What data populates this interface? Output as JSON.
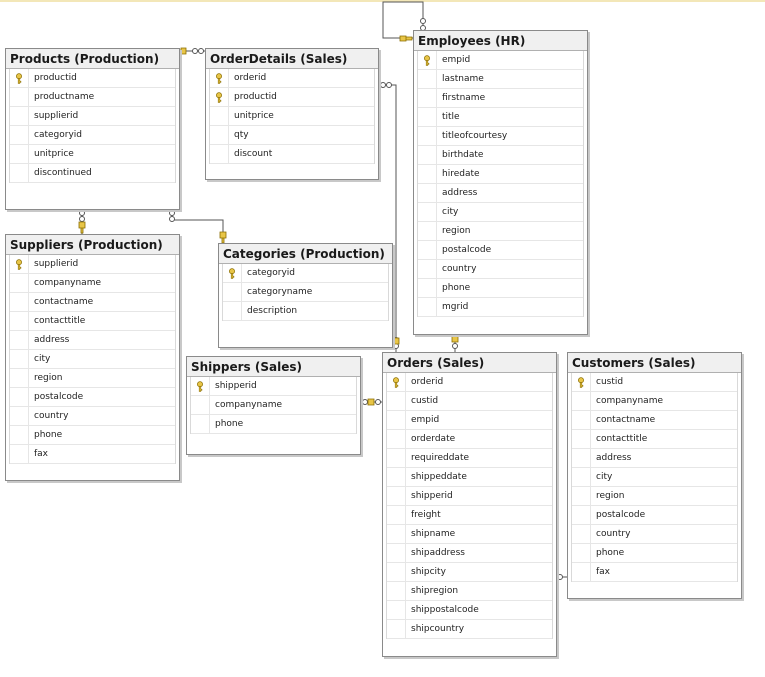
{
  "tables": [
    {
      "id": "products",
      "title": "Products (Production)",
      "columns": [
        {
          "name": "productid",
          "pk": true
        },
        {
          "name": "productname",
          "pk": false
        },
        {
          "name": "supplierid",
          "pk": false
        },
        {
          "name": "categoryid",
          "pk": false
        },
        {
          "name": "unitprice",
          "pk": false
        },
        {
          "name": "discontinued",
          "pk": false
        }
      ]
    },
    {
      "id": "orderdetails",
      "title": "OrderDetails (Sales)",
      "columns": [
        {
          "name": "orderid",
          "pk": true
        },
        {
          "name": "productid",
          "pk": true
        },
        {
          "name": "unitprice",
          "pk": false
        },
        {
          "name": "qty",
          "pk": false
        },
        {
          "name": "discount",
          "pk": false
        }
      ]
    },
    {
      "id": "employees",
      "title": "Employees (HR)",
      "columns": [
        {
          "name": "empid",
          "pk": true
        },
        {
          "name": "lastname",
          "pk": false
        },
        {
          "name": "firstname",
          "pk": false
        },
        {
          "name": "title",
          "pk": false
        },
        {
          "name": "titleofcourtesy",
          "pk": false
        },
        {
          "name": "birthdate",
          "pk": false
        },
        {
          "name": "hiredate",
          "pk": false
        },
        {
          "name": "address",
          "pk": false
        },
        {
          "name": "city",
          "pk": false
        },
        {
          "name": "region",
          "pk": false
        },
        {
          "name": "postalcode",
          "pk": false
        },
        {
          "name": "country",
          "pk": false
        },
        {
          "name": "phone",
          "pk": false
        },
        {
          "name": "mgrid",
          "pk": false
        }
      ]
    },
    {
      "id": "suppliers",
      "title": "Suppliers (Production)",
      "columns": [
        {
          "name": "supplierid",
          "pk": true
        },
        {
          "name": "companyname",
          "pk": false
        },
        {
          "name": "contactname",
          "pk": false
        },
        {
          "name": "contacttitle",
          "pk": false
        },
        {
          "name": "address",
          "pk": false
        },
        {
          "name": "city",
          "pk": false
        },
        {
          "name": "region",
          "pk": false
        },
        {
          "name": "postalcode",
          "pk": false
        },
        {
          "name": "country",
          "pk": false
        },
        {
          "name": "phone",
          "pk": false
        },
        {
          "name": "fax",
          "pk": false
        }
      ]
    },
    {
      "id": "categories",
      "title": "Categories (Production)",
      "columns": [
        {
          "name": "categoryid",
          "pk": true
        },
        {
          "name": "categoryname",
          "pk": false
        },
        {
          "name": "description",
          "pk": false
        }
      ]
    },
    {
      "id": "shippers",
      "title": "Shippers (Sales)",
      "columns": [
        {
          "name": "shipperid",
          "pk": true
        },
        {
          "name": "companyname",
          "pk": false
        },
        {
          "name": "phone",
          "pk": false
        }
      ]
    },
    {
      "id": "orders",
      "title": "Orders (Sales)",
      "columns": [
        {
          "name": "orderid",
          "pk": true
        },
        {
          "name": "custid",
          "pk": false
        },
        {
          "name": "empid",
          "pk": false
        },
        {
          "name": "orderdate",
          "pk": false
        },
        {
          "name": "requireddate",
          "pk": false
        },
        {
          "name": "shippeddate",
          "pk": false
        },
        {
          "name": "shipperid",
          "pk": false
        },
        {
          "name": "freight",
          "pk": false
        },
        {
          "name": "shipname",
          "pk": false
        },
        {
          "name": "shipaddress",
          "pk": false
        },
        {
          "name": "shipcity",
          "pk": false
        },
        {
          "name": "shipregion",
          "pk": false
        },
        {
          "name": "shippostalcode",
          "pk": false
        },
        {
          "name": "shipcountry",
          "pk": false
        }
      ]
    },
    {
      "id": "customers",
      "title": "Customers (Sales)",
      "columns": [
        {
          "name": "custid",
          "pk": true
        },
        {
          "name": "companyname",
          "pk": false
        },
        {
          "name": "contactname",
          "pk": false
        },
        {
          "name": "contacttitle",
          "pk": false
        },
        {
          "name": "address",
          "pk": false
        },
        {
          "name": "city",
          "pk": false
        },
        {
          "name": "region",
          "pk": false
        },
        {
          "name": "postalcode",
          "pk": false
        },
        {
          "name": "country",
          "pk": false
        },
        {
          "name": "phone",
          "pk": false
        },
        {
          "name": "fax",
          "pk": false
        }
      ]
    }
  ],
  "colors": {
    "key": "#e8c547",
    "line": "#555555"
  }
}
